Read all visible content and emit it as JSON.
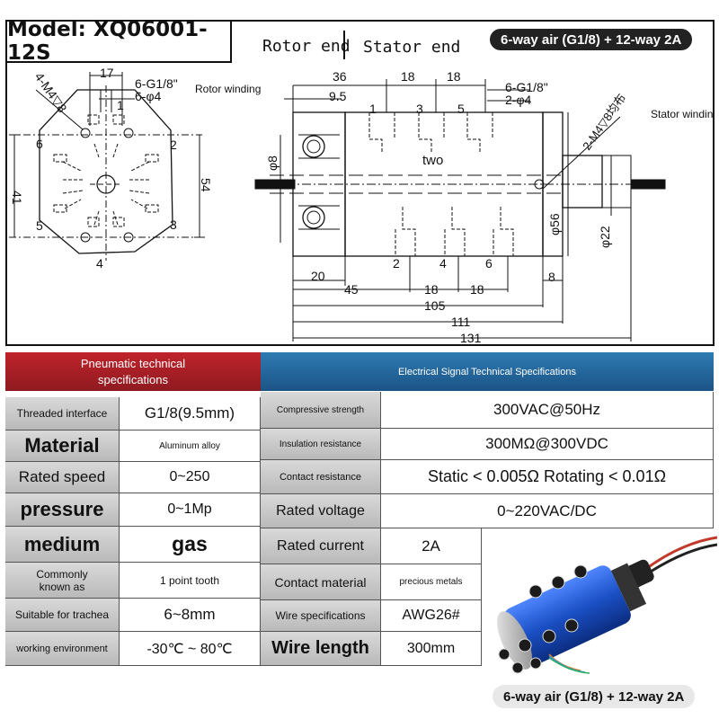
{
  "header": {
    "model": "Model: XQ06001-12S",
    "rotor_end": "Rotor end",
    "stator_end": "Stator end",
    "product_tag": "6-way air (G1/8) + 12-way 2A"
  },
  "drawing": {
    "end_view": {
      "top_width": "17",
      "port_thread": "6-G1/8\"",
      "port_dia": "6-φ4",
      "mount_holes": "4-M4▽8",
      "height_left": "41",
      "height_right": "54",
      "port_numbers": [
        "1",
        "2",
        "3",
        "4",
        "5",
        "6"
      ]
    },
    "side_view": {
      "rotor_winding": "Rotor winding",
      "stator_winding": "Stator winding",
      "dim_36": "36",
      "dim_18a": "18",
      "dim_18b": "18",
      "dim_9_5": "9.5",
      "port_thread": "6-G1/8\"",
      "port_dia": "2-φ4",
      "mount": "2-M4▽8均布",
      "shaft_dia": "φ8",
      "body_dia": "φ56",
      "stator_dia": "φ22",
      "center_text": "two",
      "top_ports": [
        "1",
        "3",
        "5"
      ],
      "bottom_ports": [
        "2",
        "4",
        "6"
      ],
      "dim_20": "20",
      "dim_8": "8",
      "dim_45": "45",
      "dim_18c": "18",
      "dim_18d": "18",
      "dim_105": "105",
      "dim_111": "111",
      "dim_131": "131"
    }
  },
  "table": {
    "pneumatic_title": "Pneumatic technical specifications",
    "electrical_title": "Electrical Signal Technical Specifications",
    "pneumatic": [
      {
        "key": "Threaded interface",
        "value": "G1/8(9.5mm)"
      },
      {
        "key": "Material",
        "value": "Aluminum alloy"
      },
      {
        "key": "Rated speed",
        "value": "0~250"
      },
      {
        "key": "pressure",
        "value": "0~1Mp"
      },
      {
        "key": "medium",
        "value": "gas"
      },
      {
        "key": "Commonly known as",
        "value": "1 point tooth"
      },
      {
        "key": "Suitable for trachea",
        "value": "6~8mm"
      },
      {
        "key": "working environment",
        "value": "-30℃ ~ 80℃"
      }
    ],
    "electrical": [
      {
        "key": "Compressive strength",
        "value": "300VAC@50Hz"
      },
      {
        "key": "Insulation resistance",
        "value": "300MΩ@300VDC"
      },
      {
        "key": "Contact resistance",
        "value": "Static < 0.005Ω Rotating < 0.01Ω"
      },
      {
        "key": "Rated voltage",
        "value": "0~220VAC/DC"
      },
      {
        "key": "Rated current",
        "value": "2A"
      },
      {
        "key": "Contact material",
        "value": "precious metals"
      },
      {
        "key": "Wire specifications",
        "value": "AWG26#"
      },
      {
        "key": "Wire length",
        "value": "300mm"
      }
    ]
  },
  "footer": {
    "product_tag": "6-way air (G1/8) + 12-way 2A"
  },
  "colors": {
    "pneumatic_header": "#b0202a",
    "electrical_header": "#2566a0",
    "product_blue": "#1a4fc4"
  }
}
